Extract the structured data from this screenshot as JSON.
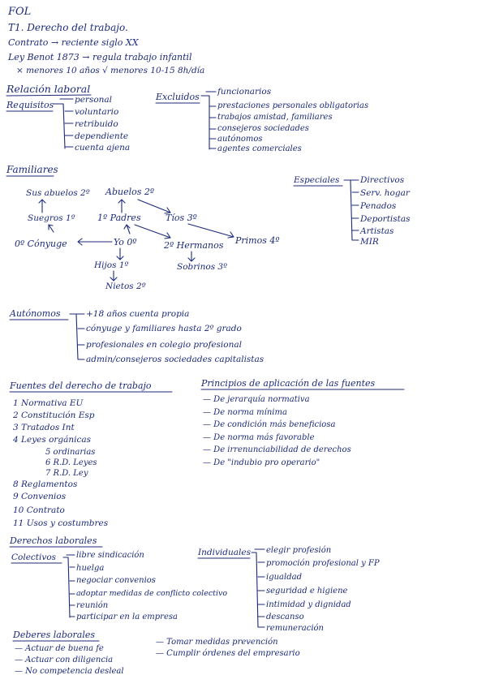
{
  "ink_color": "#1c2a7a",
  "header": {
    "title": "FOL",
    "unit": "T1. Derecho del trabajo.",
    "l1": "Contrato → reciente siglo XX",
    "l2": "Ley Benot 1873 → regula trabajo infantil",
    "l3": "× menores 10 años  √ menores 10-15 8h/día"
  },
  "relacion": {
    "title": "Relación laboral",
    "req_label": "Requisitos",
    "requisitos": [
      "personal",
      "voluntario",
      "retribuido",
      "dependiente",
      "cuenta ajena"
    ],
    "exc_label": "Excluidos",
    "excluidos": [
      "funcionarios",
      "prestaciones personales obligatorias",
      "trabajos amistad, familiares",
      "consejeros sociedades",
      "autónomos",
      "agentes comerciales"
    ]
  },
  "familiares": {
    "title": "Familiares",
    "nodes": {
      "sus_abuelos": "Sus abuelos 2º",
      "abuelos": "Abuelos 2º",
      "suegros": "Suegros 1º",
      "padres": "1º Padres",
      "tios": "Tíos 3º",
      "conyuge": "0º Cónyuge",
      "yo": "Yo 0º",
      "hermanos": "2º Hermanos",
      "primos": "Primos 4º",
      "hijos": "Hijos 1º",
      "sobrinos": "Sobrinos 3º",
      "nietos": "Nietos 2º"
    }
  },
  "especiales": {
    "label": "Especiales",
    "items": [
      "Directivos",
      "Serv. hogar",
      "Penados",
      "Deportistas",
      "Artistas",
      "MIR"
    ]
  },
  "autonomos": {
    "label": "Autónomos",
    "items": [
      "+18 años cuenta propia",
      "cónyuge y familiares hasta 2º grado",
      "profesionales en colegio profesional",
      "admin/consejeros sociedades capitalistas"
    ]
  },
  "fuentes": {
    "title": "Fuentes del derecho de trabajo",
    "items": [
      "1  Normativa EU",
      "2  Constitución Esp",
      "3  Tratados Int",
      "4  Leyes orgánicas",
      "5 ordinarias",
      "6 R.D. Leyes",
      "7 R.D. Ley",
      "8  Reglamentos",
      "9  Convenios",
      "10  Contrato",
      "11  Usos y costumbres"
    ]
  },
  "principios": {
    "title": "Principios de aplicación de las fuentes",
    "items": [
      "— De jerarquía normativa",
      "— De norma mínima",
      "— De condición más beneficiosa",
      "— De norma más favorable",
      "— De irrenunciabilidad de derechos",
      "— De \"indubio pro operario\""
    ]
  },
  "derechos": {
    "title": "Derechos laborales",
    "col_label": "Colectivos",
    "colectivos": [
      "libre sindicación",
      "huelga",
      "negociar convenios",
      "adoptar medidas de conflicto colectivo",
      "reunión",
      "participar en la empresa"
    ],
    "ind_label": "Individuales",
    "individuales": [
      "elegir profesión",
      "promoción profesional y FP",
      "igualdad",
      "seguridad e higiene",
      "intimidad y dignidad",
      "descanso",
      "remuneración"
    ]
  },
  "deberes": {
    "title": "Deberes laborales",
    "left": [
      "— Actuar de buena fe",
      "— Actuar con diligencia",
      "— No competencia desleal"
    ],
    "right": [
      "— Tomar medidas prevención",
      "— Cumplir órdenes del empresario"
    ]
  }
}
